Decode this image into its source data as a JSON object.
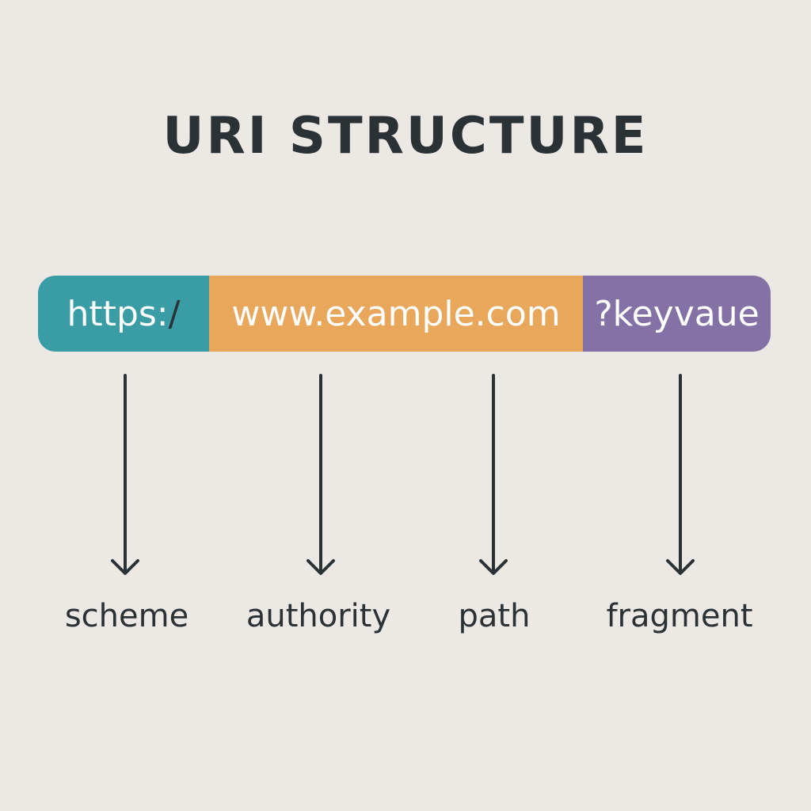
{
  "title": "URI STRUCTURE",
  "uri_segments": [
    {
      "text": "https:",
      "accent": "/",
      "color": "#3A9DA6"
    },
    {
      "text": "www.example.com",
      "color": "#E8A75A"
    },
    {
      "text": "?keyvaue",
      "color": "#8472A6"
    }
  ],
  "labels": [
    "scheme",
    "authority",
    "path",
    "fragment"
  ],
  "colors": {
    "background": "#ECE8E4",
    "text": "#2B3236",
    "arrow": "#2B3236"
  }
}
